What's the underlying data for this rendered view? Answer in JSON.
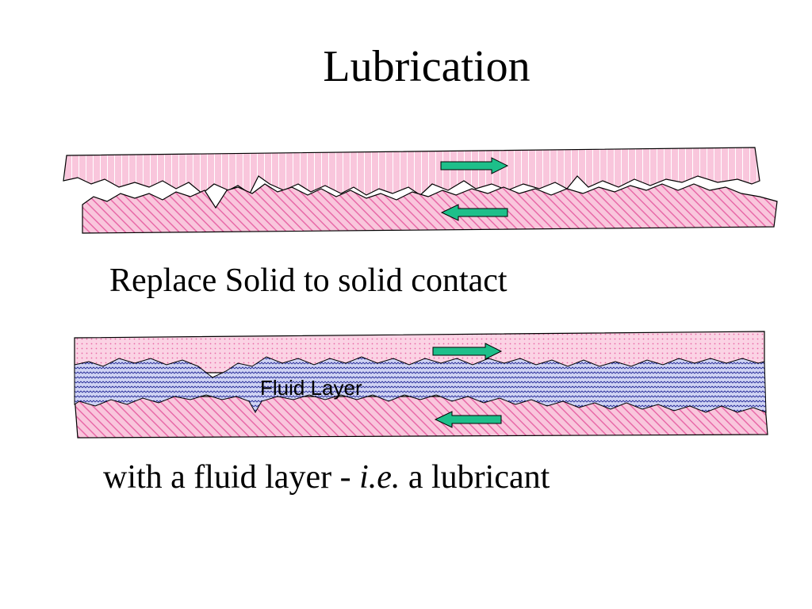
{
  "slide": {
    "title": "Lubrication",
    "caption_top": "Replace Solid to solid contact",
    "caption_bottom_pre": "with a fluid layer - ",
    "caption_bottom_italic": "i.e.",
    "caption_bottom_post": " a lubricant"
  },
  "diagram": {
    "fluid_label": "Fluid Layer",
    "colors": {
      "solid_fill": "#f9c6dc",
      "solid_hatch": "#e86aa8",
      "fluid_fill": "#c8cdf0",
      "fluid_hatch": "#2a2f9a",
      "arrow": "#1dbf8a"
    }
  }
}
